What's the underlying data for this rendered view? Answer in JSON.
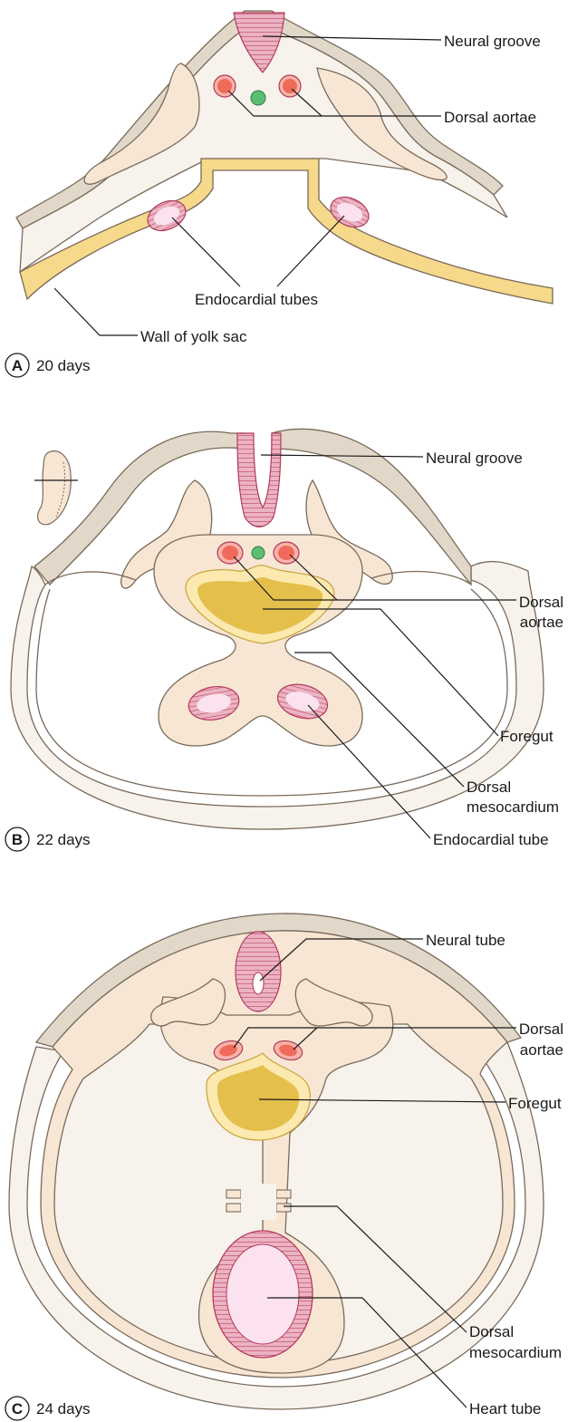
{
  "colors": {
    "ectoderm_fill": "#e2d8c9",
    "mesoderm_fill": "#f8e6d4",
    "body_fill": "#f7f2ec",
    "yolk_wall": "#f6d98a",
    "gut_fill": "#e4bf4c",
    "gut_rim": "#fbe9b0",
    "neural_fill": "#ecb3c2",
    "neural_stroke": "#b23a5c",
    "aorta_fill": "#ef6a5a",
    "aorta_rim": "#f7b3a8",
    "notochord": "#5bbf72",
    "heart_inner": "#fbe2ee",
    "lead_line": "#1a1a1a"
  },
  "panels": [
    {
      "letter": "A",
      "caption": "20 days",
      "labels": {
        "neural_groove": "Neural groove",
        "dorsal_aortae": "Dorsal aortae",
        "endocardial_tubes": "Endocardial tubes",
        "wall_of_yolk_sac": "Wall of yolk sac"
      }
    },
    {
      "letter": "B",
      "caption": "22 days",
      "labels": {
        "neural_groove": "Neural groove",
        "dorsal_aortae": [
          "Dorsal",
          "aortae"
        ],
        "foregut": "Foregut",
        "dorsal_mesocardium": [
          "Dorsal",
          "mesocardium"
        ],
        "endocardial_tube": "Endocardial tube"
      }
    },
    {
      "letter": "C",
      "caption": "24 days",
      "labels": {
        "neural_tube": "Neural tube",
        "dorsal_aortae": [
          "Dorsal",
          "aortae"
        ],
        "foregut": "Foregut",
        "dorsal_mesocardium": [
          "Dorsal",
          "mesocardium"
        ],
        "heart_tube": "Heart tube"
      }
    }
  ]
}
